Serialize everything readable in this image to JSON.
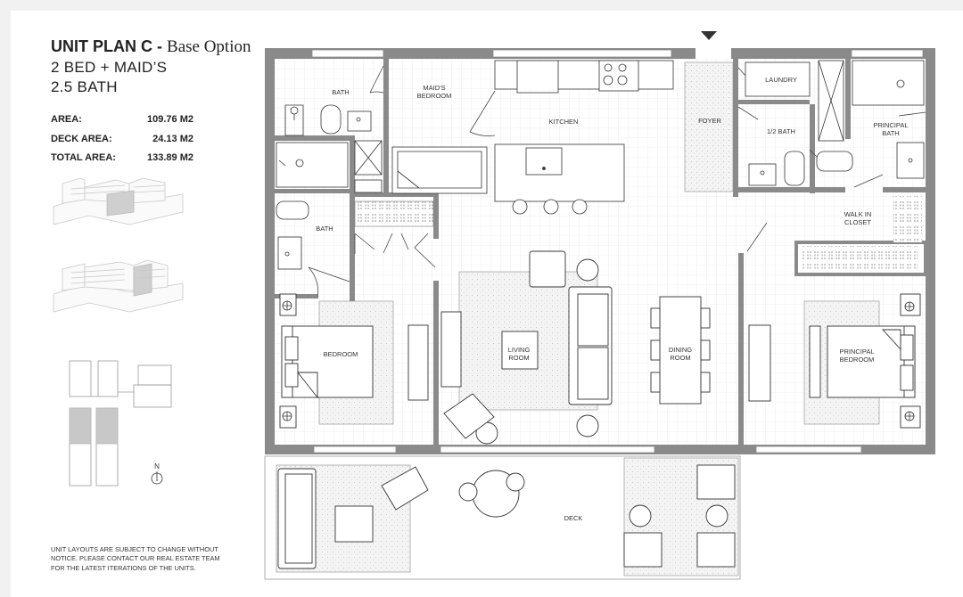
{
  "title": {
    "plan": "UNIT PLAN C -",
    "option": "Base Option",
    "beds": "2 BED + MAID’S",
    "baths": "2.5 BATH"
  },
  "areas": [
    {
      "label": "AREA:",
      "value": "109.76 M2"
    },
    {
      "label": "DECK AREA:",
      "value": "24.13 M2"
    },
    {
      "label": "TOTAL AREA:",
      "value": "133.89 M2"
    }
  ],
  "disclaimer": "UNIT LAYOUTS ARE SUBJECT TO CHANGE WITHOUT NOTICE. PLEASE CONTACT OUR REAL ESTATE TEAM FOR THE LATEST ITERATIONS OF THE UNITS.",
  "north": "N",
  "rooms": {
    "bath_top": "BATH",
    "maids_1": "MAID'S",
    "maids_2": "BEDROOM",
    "kitchen": "KITCHEN",
    "foyer": "FOYER",
    "laundry": "LAUNDRY",
    "half_bath": "1/2 BATH",
    "principal_bath_1": "PRINCIPAL",
    "principal_bath_2": "BATH",
    "walkin_1": "WALK IN",
    "walkin_2": "CLOSET",
    "bath_left": "BATH",
    "bedroom": "BEDROOM",
    "living_1": "LIVING",
    "living_2": "ROOM",
    "dining_1": "DINING",
    "dining_2": "ROOM",
    "principal_bed_1": "PRINCIPAL",
    "principal_bed_2": "BEDROOM",
    "deck": "DECK"
  },
  "colors": {
    "wall": "#8a8a8a",
    "line": "#333333",
    "highlight": "#c8c8c8",
    "rug": "#f3f3f3"
  }
}
